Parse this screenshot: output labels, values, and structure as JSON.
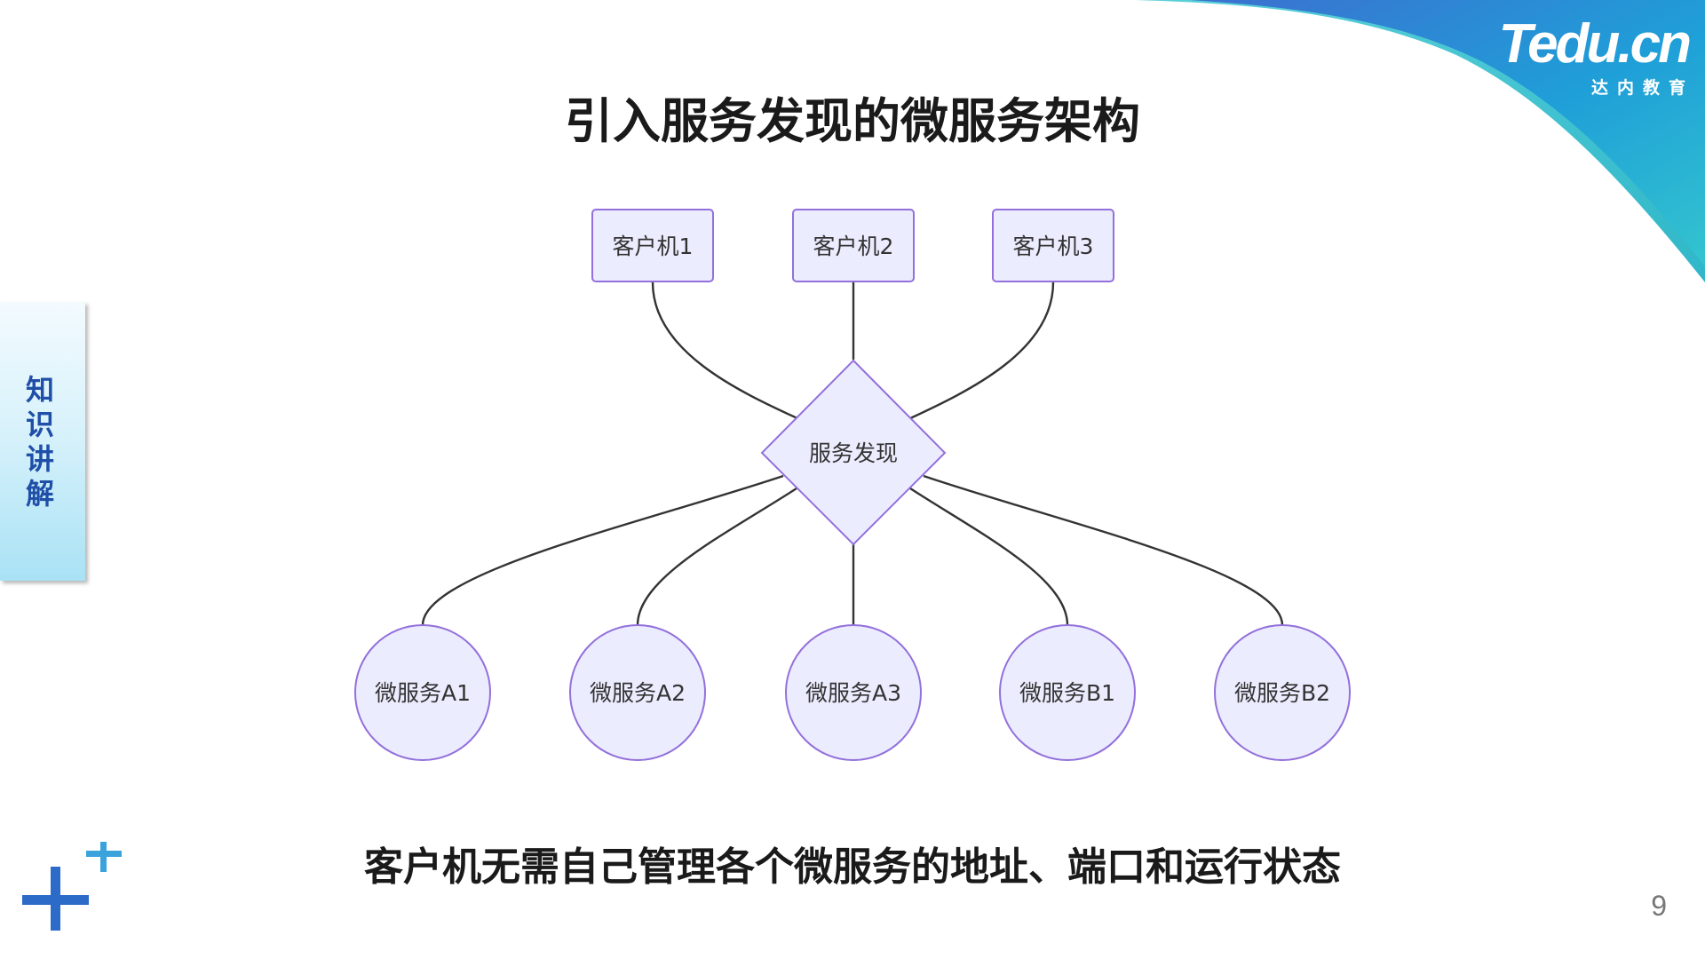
{
  "brand": {
    "logo_text": "Tedu.cn",
    "logo_subtext": "达内教育",
    "accent_colors": [
      "#1d9bd6",
      "#33c2cf",
      "#3c7fd0"
    ]
  },
  "side_tab": {
    "label": "知识讲解"
  },
  "slide": {
    "title": "引入服务发现的微服务架构",
    "caption": "客户机无需自己管理各个微服务的地址、端口和运行状态",
    "page_number": "9"
  },
  "diagram": {
    "clients": [
      {
        "id": "client1",
        "label": "客户机1"
      },
      {
        "id": "client2",
        "label": "客户机2"
      },
      {
        "id": "client3",
        "label": "客户机3"
      }
    ],
    "registry": {
      "id": "discovery",
      "label": "服务发现"
    },
    "services": [
      {
        "id": "svcA1",
        "label": "微服务A1"
      },
      {
        "id": "svcA2",
        "label": "微服务A2"
      },
      {
        "id": "svcA3",
        "label": "微服务A3"
      },
      {
        "id": "svcB1",
        "label": "微服务B1"
      },
      {
        "id": "svcB2",
        "label": "微服务B2"
      }
    ],
    "edges": [
      [
        "client1",
        "discovery"
      ],
      [
        "client2",
        "discovery"
      ],
      [
        "client3",
        "discovery"
      ],
      [
        "discovery",
        "svcA1"
      ],
      [
        "discovery",
        "svcA2"
      ],
      [
        "discovery",
        "svcA3"
      ],
      [
        "discovery",
        "svcB1"
      ],
      [
        "discovery",
        "svcB2"
      ]
    ],
    "node_fill": "#ececff",
    "node_stroke": "#9370db",
    "edge_color": "#333333"
  }
}
